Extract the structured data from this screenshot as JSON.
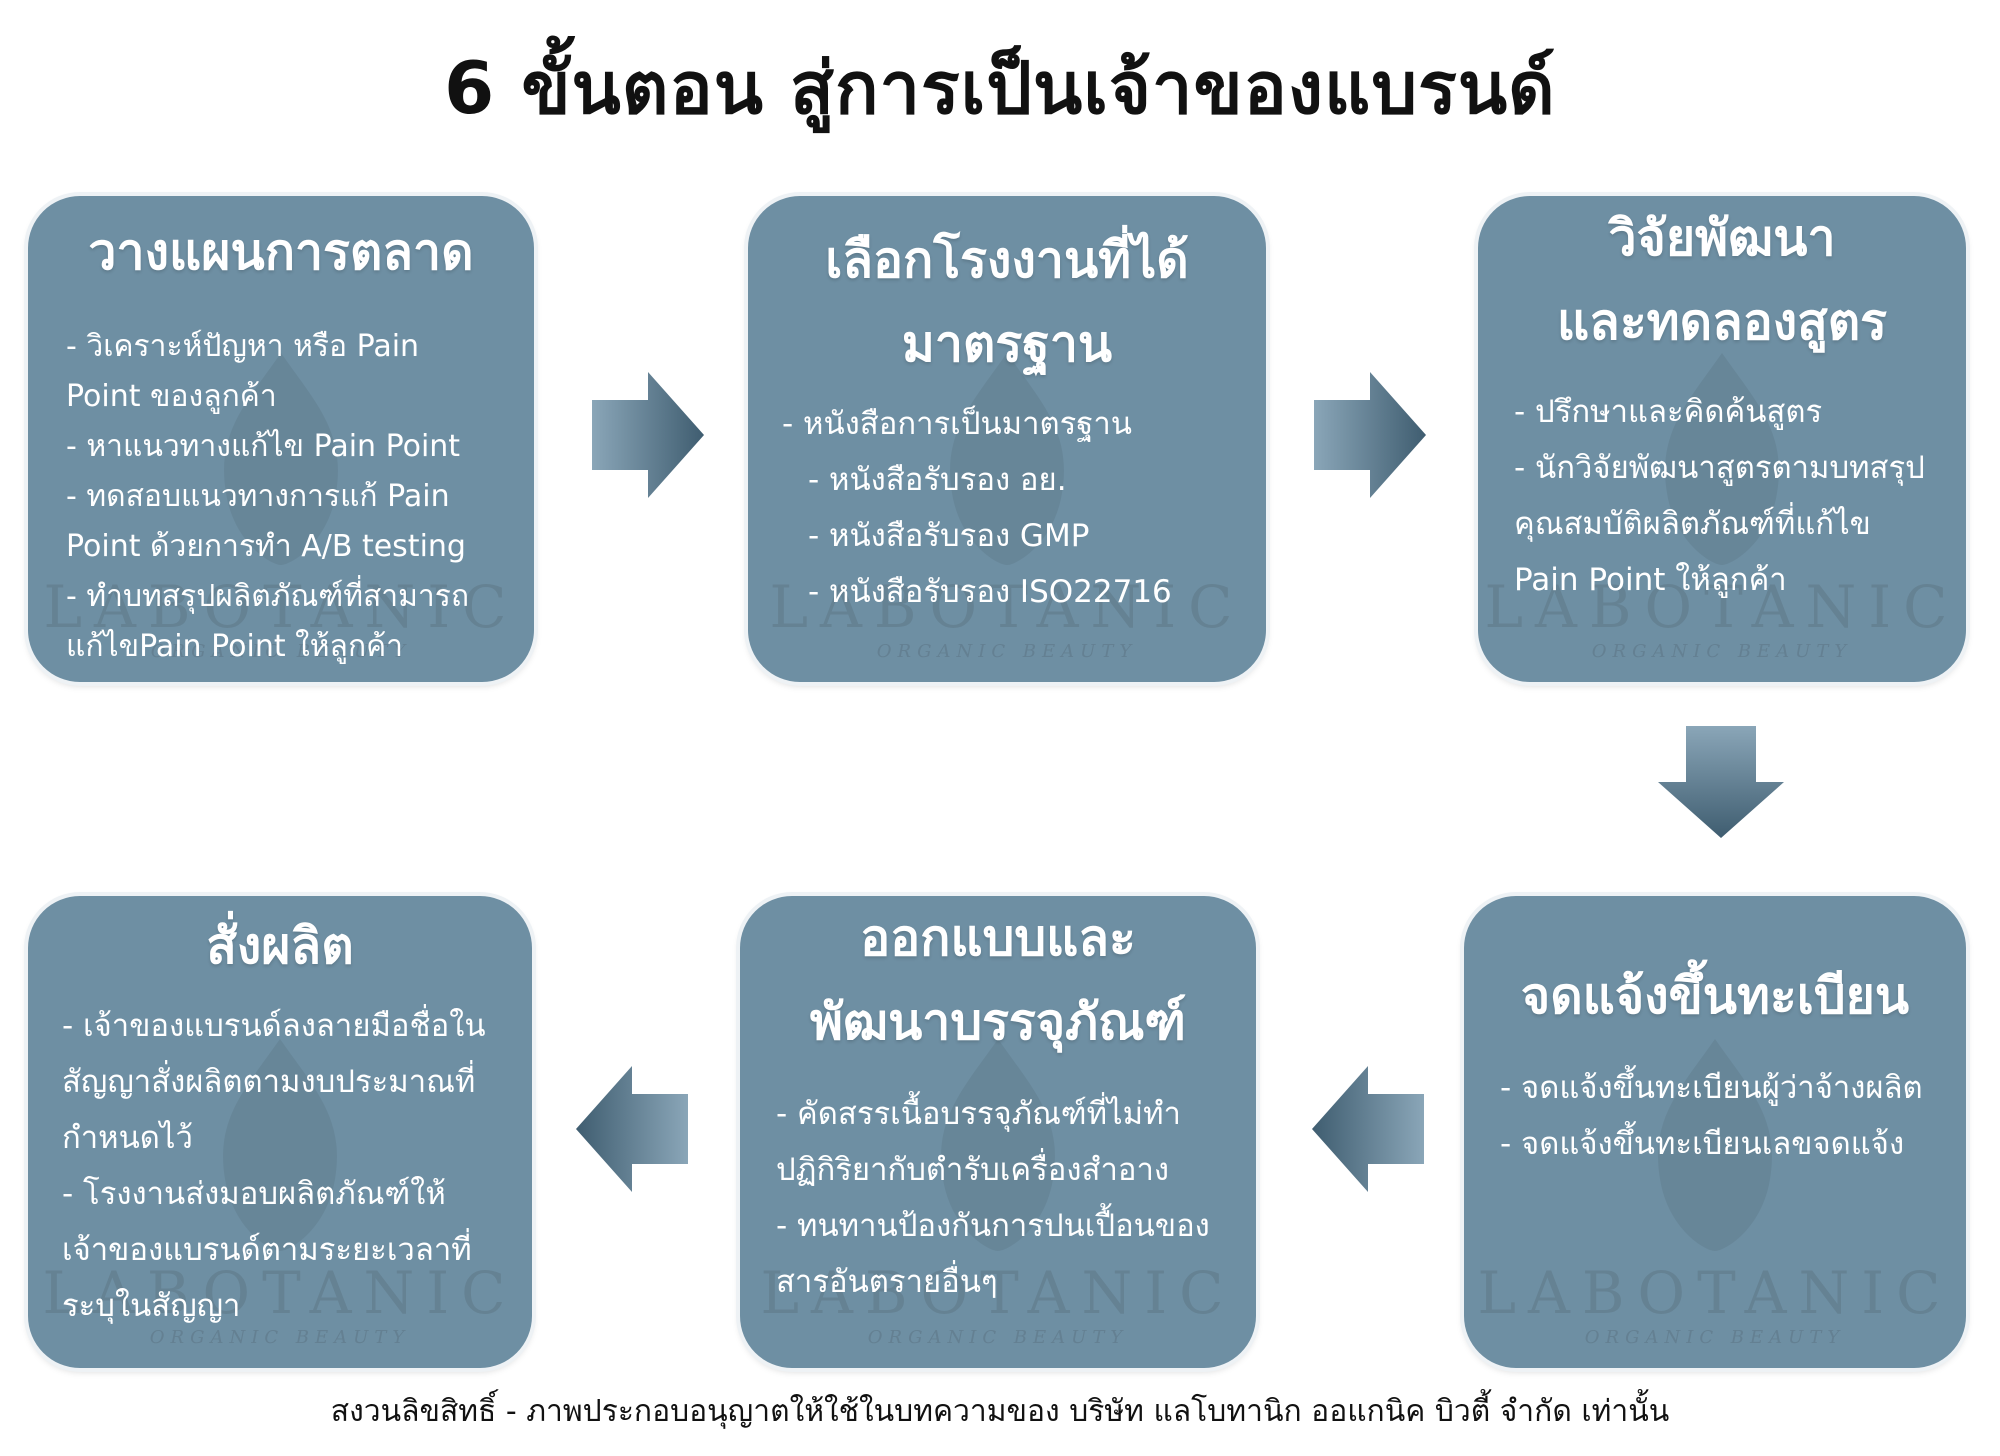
{
  "title": "6 ขั้นตอน สู่การเป็นเจ้าของแบรนด์",
  "watermark": {
    "brand": "LABOTANIC",
    "tagline": "ORGANIC BEAUTY"
  },
  "steps": [
    {
      "title_lines": [
        "วางแผนการตลาด"
      ],
      "items": [
        "- วิเคราะห์ปัญหา หรือ Pain Point ของลูกค้า",
        "- หาแนวทางแก้ไข Pain Point",
        "- ทดสอบแนวทางการแก้ Pain Point ด้วยการทำ A/B testing",
        "- ทำบทสรุปผลิตภัณฑ์ที่สามารถแก้ไขPain Point ให้ลูกค้า"
      ]
    },
    {
      "title_lines": [
        "เลือกโรงงานที่ได้",
        "มาตรฐาน"
      ],
      "items": [
        "- หนังสือการเป็นมาตรฐาน",
        "- หนังสือรับรอง อย.",
        "- หนังสือรับรอง GMP",
        "- หนังสือรับรอง ISO22716"
      ]
    },
    {
      "title_lines": [
        "วิจัยพัฒนา",
        "และทดลองสูตร"
      ],
      "items": [
        "- ปรึกษาและคิดค้นสูตร",
        "- นักวิจัยพัฒนาสูตรตามบทสรุปคุณสมบัติผลิตภัณฑ์ที่แก้ไข Pain Point ให้ลูกค้า"
      ]
    },
    {
      "title_lines": [
        "จดแจ้งขึ้นทะเบียน"
      ],
      "items": [
        "- จดแจ้งขึ้นทะเบียนผู้ว่าจ้างผลิต",
        "- จดแจ้งขึ้นทะเบียนเลขจดแจ้ง"
      ]
    },
    {
      "title_lines": [
        "ออกแบบและ",
        "พัฒนาบรรจุภัณฑ์"
      ],
      "items": [
        "- คัดสรรเนื้อบรรจุภัณฑ์ที่ไม่ทำปฏิกิริยากับตำรับเครื่องสำอาง",
        "- ทนทานป้องกันการปนเปื้อนของสารอันตรายอื่นๆ"
      ]
    },
    {
      "title_lines": [
        "สั่งผลิต"
      ],
      "items": [
        "- เจ้าของแบรนด์ลงลายมือชื่อในสัญญาสั่งผลิตตามงบประมาณที่กำหนดไว้",
        "- โรงงานส่งมอบผลิตภัณฑ์ให้เจ้าของแบรนด์ตามระยะเวลาที่ระบุในสัญญา"
      ]
    }
  ],
  "footer": "สงวนลิขสิทธิ์ - ภาพประกอบอนุญาตให้ใช้ในบทความของ บริษัท แลโบทานิก ออแกนิค บิวตี้ จำกัด เท่านั้น",
  "colors": {
    "card": "#6e8fa3",
    "arrow_dark": "#3f5d70",
    "arrow_light": "#8aa6b8",
    "text": "#ffffff"
  }
}
